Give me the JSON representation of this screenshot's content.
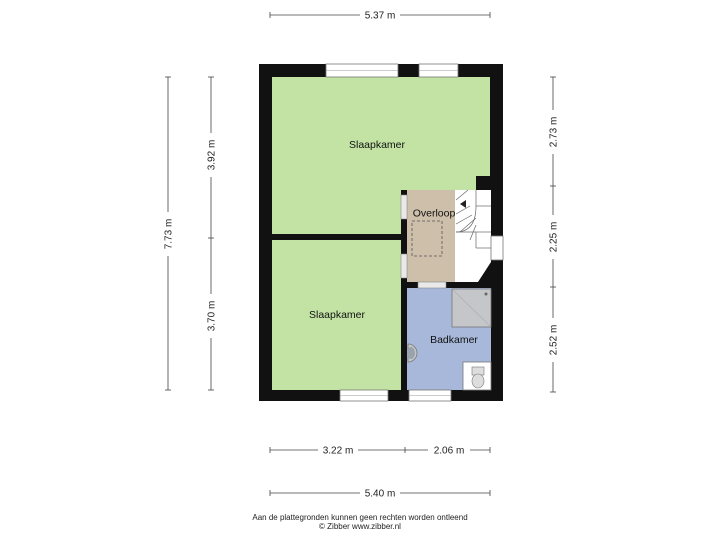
{
  "dimensions": {
    "top_width": "5.37 m",
    "bottom_left": "3.22 m",
    "bottom_right": "2.06 m",
    "bottom_total": "5.40 m",
    "left_total": "7.73 m",
    "left_upper": "3.92 m",
    "left_lower": "3.70 m",
    "right_top": "2.73 m",
    "right_mid": "2.25 m",
    "right_bottom": "2.52 m"
  },
  "rooms": {
    "bedroom_top": "Slaapkamer",
    "landing": "Overloop",
    "bedroom_bottom": "Slaapkamer",
    "bathroom": "Badkamer"
  },
  "colors": {
    "bedroom": "#c2e3a4",
    "landing": "#cdbfa9",
    "bathroom": "#a8b8da",
    "wall": "#111111"
  },
  "footer": {
    "line1": "Aan de plattegronden kunnen geen rechten worden ontleend",
    "line2": "© Zibber www.zibber.nl"
  }
}
